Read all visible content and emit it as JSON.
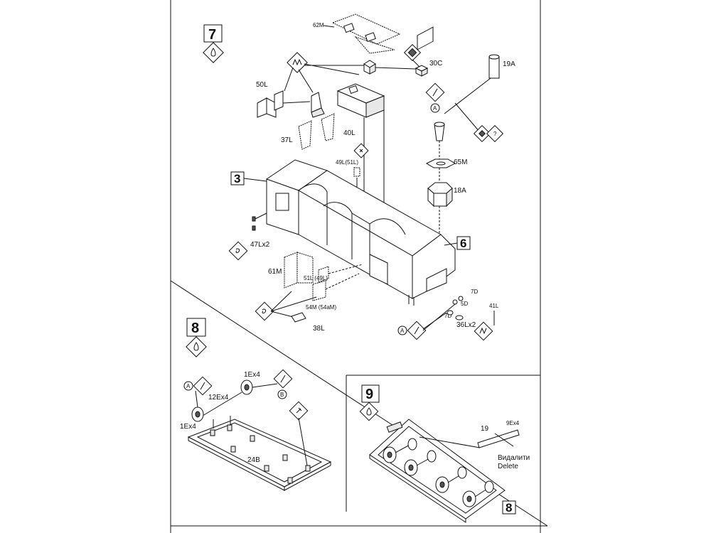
{
  "steps": {
    "s7": {
      "number": "7"
    },
    "s8": {
      "number": "8"
    },
    "s9": {
      "number": "9"
    }
  },
  "subassembly_refs": {
    "r3": "3",
    "r6": "6",
    "r8": "8"
  },
  "labels": {
    "p62M": "62M",
    "p30C": "30C",
    "p19A": "19A",
    "p50L": "50L",
    "p37L": "37L",
    "p40L": "40L",
    "p49L": "49L(51L)",
    "p65M": "65M",
    "p18A": "18A",
    "p47L": "47Lx2",
    "p61M": "61M",
    "p51L": "51L (49L)",
    "p54M": "54M (54aM)",
    "p38L": "38L",
    "p7D_a": "7D",
    "p5D": "5D",
    "p7D_b": "7D",
    "p41L": "41L",
    "p36L": "36Lx2",
    "p1Ex4_a": "1Ex4",
    "p12Ex4": "12Ex4",
    "p1Ex4_b": "1Ex4",
    "p24B": "24B",
    "p19": "19",
    "p9Ex4": "9Ex4",
    "remove_ua": "Видалити",
    "remove_en": "Delete"
  },
  "markers": {
    "A": "A",
    "B": "B",
    "Q": "?"
  },
  "icon_names": [
    "drop-icon",
    "glue-icon",
    "file-icon",
    "paint-icon",
    "question-icon"
  ]
}
